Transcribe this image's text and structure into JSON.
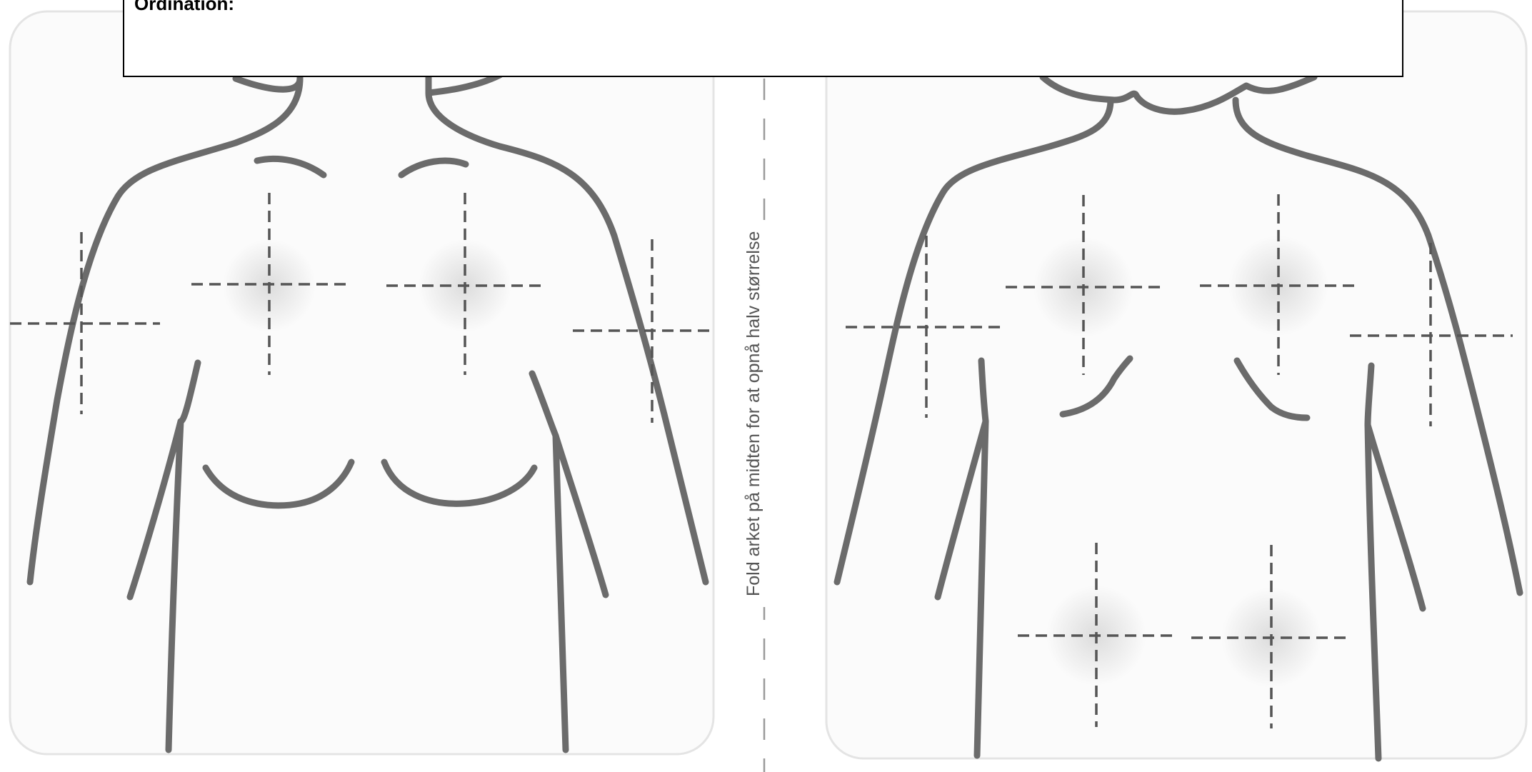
{
  "header": {
    "title": "Ordination:"
  },
  "fold_instruction": "Fold arket på midten for at opnå halv størrelse",
  "panels": [
    {
      "id": "front-torso",
      "marker_count": 4
    },
    {
      "id": "back-torso",
      "marker_count": 6
    }
  ],
  "colors": {
    "outline": "#6b6b6b",
    "marker": "#555555",
    "panel_background": "#fbfbfb"
  }
}
